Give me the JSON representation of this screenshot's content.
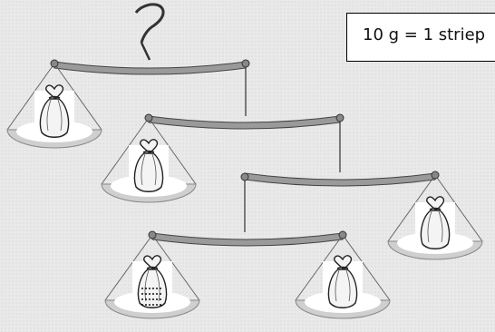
{
  "legend": {
    "text": "10 g = 1 striep"
  },
  "colors": {
    "background": "#e9e9e9",
    "beam": "#9a9a9a",
    "pan_fill": "#ffffff",
    "pan_shadow": "#cfcfcf",
    "line": "#555555"
  },
  "icons": {
    "bag": "money-bag-icon",
    "hook": "hanger-hook-icon"
  },
  "mobile": {
    "bags": [
      {
        "id": "bag-top-left",
        "marked": false
      },
      {
        "id": "bag-mid-left",
        "marked": false
      },
      {
        "id": "bag-right",
        "marked": false
      },
      {
        "id": "bag-bottom-left",
        "marked": true
      },
      {
        "id": "bag-bottom-right",
        "marked": false
      }
    ]
  }
}
